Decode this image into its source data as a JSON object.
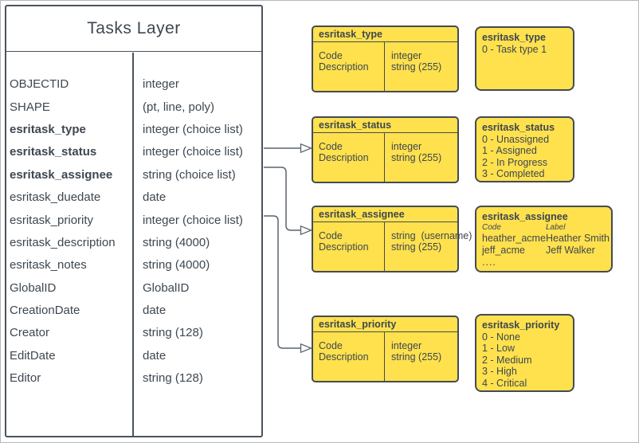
{
  "colors": {
    "box_fill": "#ffe14d",
    "box_stroke": "#434b55",
    "text": "#3d4751",
    "connector": "#5a646d",
    "panel_fill": "#ffffff"
  },
  "main_table": {
    "title": "Tasks Layer",
    "fields": [
      {
        "name": "OBJECTID",
        "type": "integer",
        "bold": false
      },
      {
        "name": "SHAPE",
        "type": "(pt, line, poly)",
        "bold": false
      },
      {
        "name": "esritask_type",
        "type": "integer (choice list)",
        "bold": true
      },
      {
        "name": "esritask_status",
        "type": "integer (choice list)",
        "bold": true
      },
      {
        "name": "esritask_assignee",
        "type": "string (choice list)",
        "bold": true
      },
      {
        "name": "esritask_duedate",
        "type": "date",
        "bold": false
      },
      {
        "name": "esritask_priority",
        "type": "integer (choice list)",
        "bold": false
      },
      {
        "name": "esritask_description",
        "type": "string (4000)",
        "bold": false
      },
      {
        "name": "esritask_notes",
        "type": "string (4000)",
        "bold": false
      },
      {
        "name": "GlobalID",
        "type": "GlobalID",
        "bold": false
      },
      {
        "name": "CreationDate",
        "type": "date",
        "bold": false
      },
      {
        "name": "Creator",
        "type": "string (128)",
        "bold": false
      },
      {
        "name": "EditDate",
        "type": "date",
        "bold": false
      },
      {
        "name": "Editor",
        "type": "string (128)",
        "bold": false
      }
    ]
  },
  "pairs": [
    {
      "table": {
        "title": "esritask_type",
        "rows": [
          {
            "field": "Code",
            "type": "integer"
          },
          {
            "field": "Description",
            "type": "string (255)"
          }
        ]
      },
      "legend": {
        "title": "esritask_type",
        "lines": [
          "0 - Task type 1"
        ]
      }
    },
    {
      "table": {
        "title": "esritask_status",
        "rows": [
          {
            "field": "Code",
            "type": "integer"
          },
          {
            "field": "Description",
            "type": "string (255)"
          }
        ]
      },
      "legend": {
        "title": "esritask_status",
        "lines": [
          "0 - Unassigned",
          "1 - Assigned",
          "2 - In Progress",
          "3 - Completed"
        ]
      }
    },
    {
      "table": {
        "title": "esritask_assignee",
        "rows": [
          {
            "field": "Code",
            "type": "string  (username)"
          },
          {
            "field": "Description",
            "type": "string (255)"
          }
        ]
      },
      "legend": {
        "title": "esritask_assignee",
        "col_headers": [
          "Code",
          "Label"
        ],
        "entries": [
          {
            "code": "heather_acme",
            "label": "Heather Smith"
          },
          {
            "code": "jeff_acme",
            "label": "Jeff Walker"
          }
        ],
        "more": "...."
      }
    },
    {
      "table": {
        "title": "esritask_priority",
        "rows": [
          {
            "field": "Code",
            "type": "integer"
          },
          {
            "field": "Description",
            "type": "string (255)"
          }
        ]
      },
      "legend": {
        "title": "esritask_priority",
        "lines": [
          "0 - None",
          "1 - Low",
          "2 - Medium",
          "3 - High",
          "4 - Critical"
        ]
      }
    }
  ]
}
